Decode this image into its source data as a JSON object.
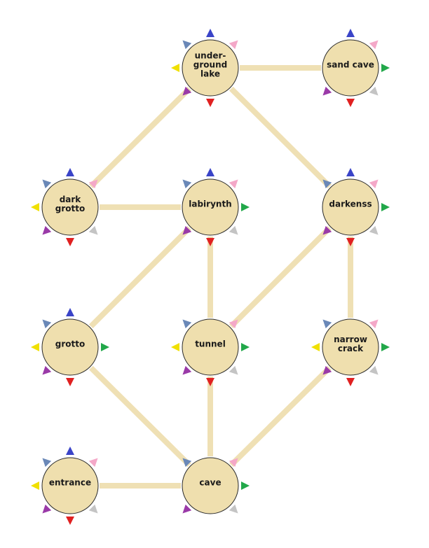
{
  "colors": {
    "room_fill": "#efdfae",
    "room_stroke": "#2b2b2b",
    "passage": "#efe0b4",
    "north": "#3a44c8",
    "south": "#e02020",
    "east": "#22a84a",
    "west": "#f0e000",
    "northeast": "#f4a8c8",
    "northwest": "#6a88b8",
    "southeast": "#c4c4c4",
    "southwest": "#9a3aa8"
  },
  "rooms": [
    {
      "id": "underground_lake",
      "label": [
        "under-",
        "ground",
        "lake"
      ],
      "exits": [
        "n",
        "s",
        "w",
        "ne",
        "nw",
        "sw"
      ]
    },
    {
      "id": "sand_cave",
      "label": [
        "sand cave"
      ],
      "exits": [
        "n",
        "s",
        "e",
        "ne",
        "se",
        "sw"
      ]
    },
    {
      "id": "dark_grotto",
      "label": [
        "dark",
        "grotto"
      ],
      "exits": [
        "n",
        "s",
        "w",
        "ne",
        "nw",
        "se",
        "sw"
      ]
    },
    {
      "id": "labirynth",
      "label": [
        "labirynth"
      ],
      "exits": [
        "n",
        "s",
        "e",
        "ne",
        "nw",
        "se",
        "sw"
      ]
    },
    {
      "id": "darkenss",
      "label": [
        "darkenss"
      ],
      "exits": [
        "n",
        "s",
        "e",
        "ne",
        "nw",
        "se",
        "sw"
      ]
    },
    {
      "id": "grotto",
      "label": [
        "grotto"
      ],
      "exits": [
        "n",
        "s",
        "e",
        "w",
        "nw",
        "sw"
      ]
    },
    {
      "id": "tunnel",
      "label": [
        "tunnel"
      ],
      "exits": [
        "s",
        "e",
        "w",
        "ne",
        "nw",
        "se",
        "sw"
      ]
    },
    {
      "id": "narrow_crack",
      "label": [
        "narrow",
        "crack"
      ],
      "exits": [
        "s",
        "e",
        "w",
        "ne",
        "nw",
        "se",
        "sw"
      ]
    },
    {
      "id": "entrance",
      "label": [
        "entrance"
      ],
      "exits": [
        "n",
        "s",
        "w",
        "ne",
        "nw",
        "se",
        "sw"
      ]
    },
    {
      "id": "cave",
      "label": [
        "cave"
      ],
      "exits": [
        "e",
        "ne",
        "nw",
        "se",
        "sw"
      ]
    }
  ],
  "passages": [
    {
      "from": "underground_lake",
      "to": "sand_cave"
    },
    {
      "from": "underground_lake",
      "to": "dark_grotto"
    },
    {
      "from": "underground_lake",
      "to": "darkenss"
    },
    {
      "from": "dark_grotto",
      "to": "labirynth"
    },
    {
      "from": "labirynth",
      "to": "grotto"
    },
    {
      "from": "labirynth",
      "to": "tunnel"
    },
    {
      "from": "darkenss",
      "to": "tunnel"
    },
    {
      "from": "darkenss",
      "to": "narrow_crack"
    },
    {
      "from": "grotto",
      "to": "cave"
    },
    {
      "from": "tunnel",
      "to": "cave"
    },
    {
      "from": "narrow_crack",
      "to": "cave"
    },
    {
      "from": "entrance",
      "to": "cave"
    }
  ]
}
